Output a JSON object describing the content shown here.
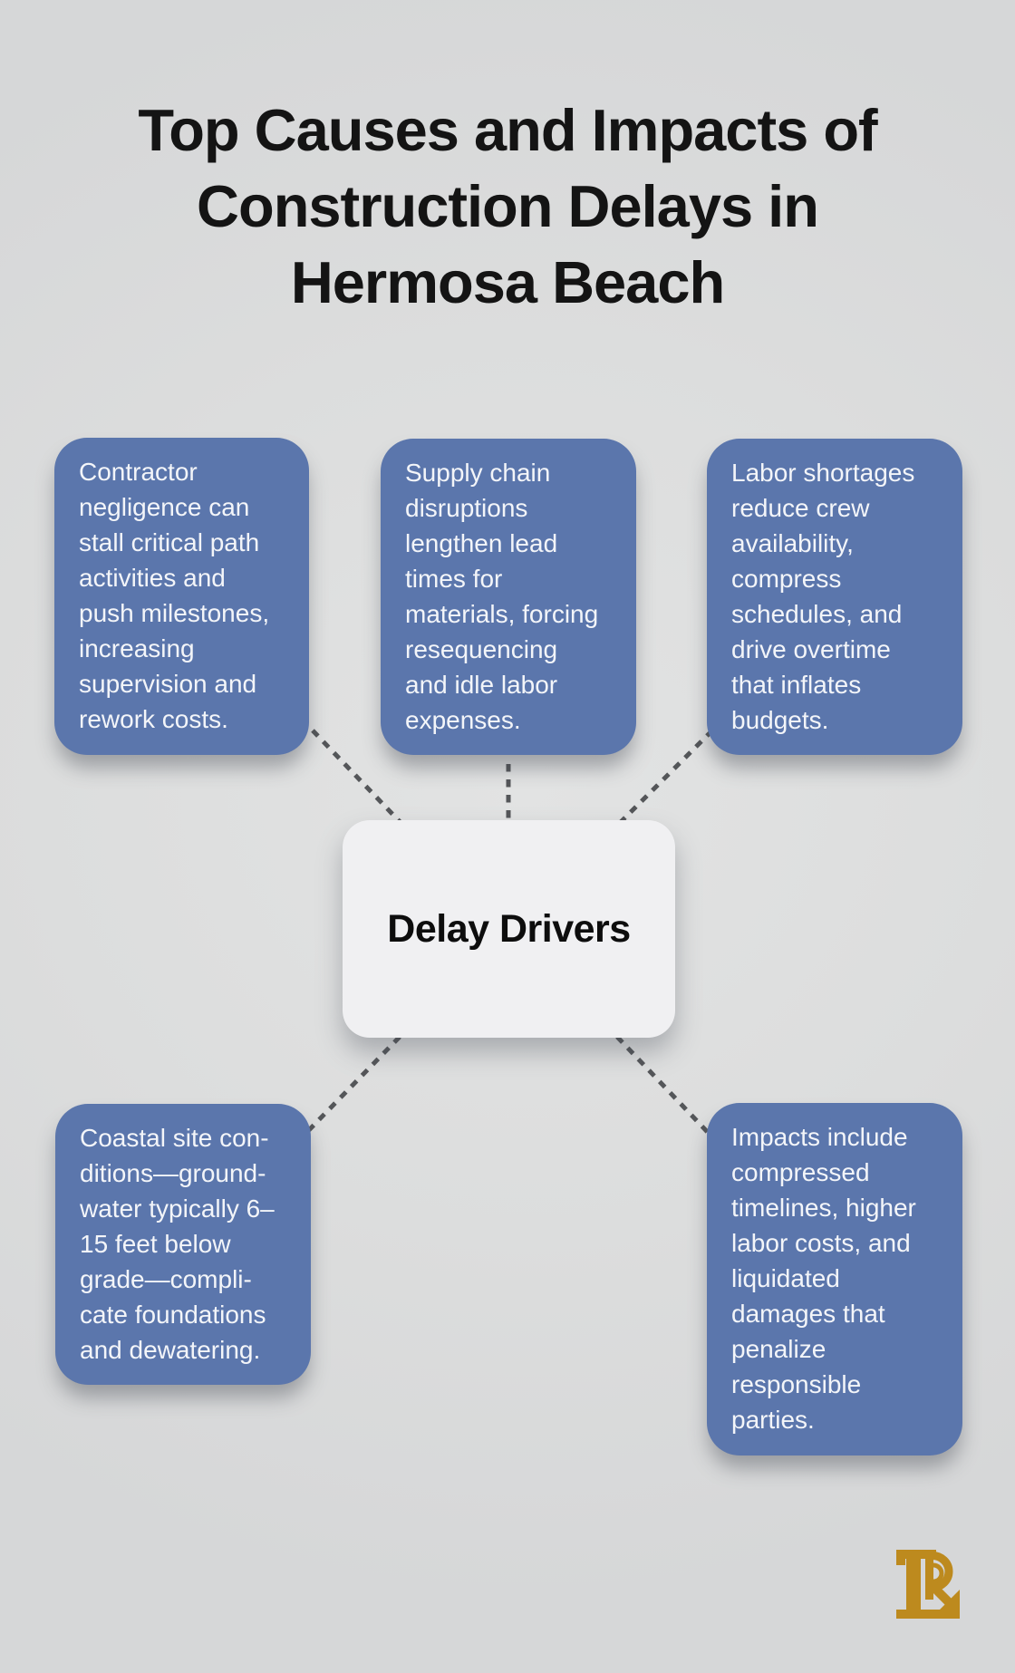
{
  "title": "Top Causes and Impacts of\nConstruction Delays in\nHermosa Beach",
  "center": {
    "label": "Delay Drivers"
  },
  "nodes": [
    {
      "id": "contractor-negligence",
      "text": "Contractor\nnegligence can\nstall critical path\nactivities and\npush milestones,\nincreasing\nsupervision and\nrework costs."
    },
    {
      "id": "supply-chain",
      "text": "Supply chain\ndisruptions\nlengthen lead\ntimes for\nmaterials, forcing\nresequencing\nand idle labor\nexpenses."
    },
    {
      "id": "labor-shortages",
      "text": "Labor shortages\nreduce crew\navailability,\ncompress\nschedules, and\ndrive overtime\nthat inflates\nbudgets."
    },
    {
      "id": "coastal-site-conditions",
      "text": "Coastal site con-\nditions—ground-\nwater typically 6–\n15 feet below\ngrade—compli-\ncate foundations\nand dewatering."
    },
    {
      "id": "impacts",
      "text": "Impacts include\ncompressed\ntimelines, higher\nlabor costs, and\nliquidated\ndamages that\npenalize\nresponsible\nparties."
    }
  ],
  "colors": {
    "background": "#dcdddd",
    "node_blue": "#5b76ac",
    "node_text": "#f3f5f9",
    "center_box": "#f0f0f2",
    "title_text": "#141414",
    "connector": "#545659",
    "logo_gold": "#bd8a1e"
  },
  "logo": {
    "name": "lp-monogram"
  }
}
